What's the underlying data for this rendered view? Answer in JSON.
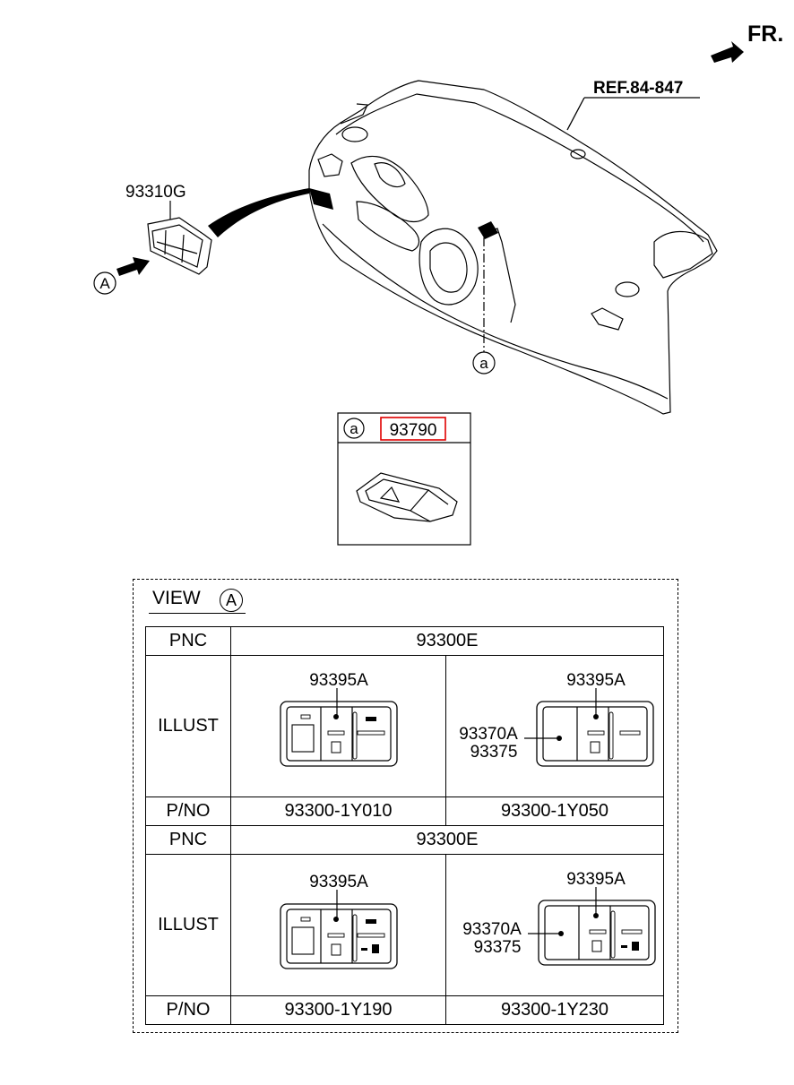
{
  "diagram": {
    "fr_label": "FR.",
    "ref_label": "REF.84-847",
    "part_switch_label": "93310G",
    "view_a_marker": "A",
    "callout_a_marker": "a",
    "inset": {
      "marker": "a",
      "part_number": "93790"
    },
    "highlight_color": "#e00000"
  },
  "view": {
    "title": "VIEW",
    "marker": "A",
    "headers": {
      "pnc": "PNC",
      "illust": "ILLUST",
      "pno": "P/NO"
    },
    "groups": [
      {
        "pnc": "93300E",
        "variants": [
          {
            "labels": [
              "93395A"
            ],
            "pno": "93300-1Y010"
          },
          {
            "labels": [
              "93395A",
              "93370A",
              "93375"
            ],
            "pno": "93300-1Y050"
          }
        ]
      },
      {
        "pnc": "93300E",
        "variants": [
          {
            "labels": [
              "93395A"
            ],
            "pno": "93300-1Y190"
          },
          {
            "labels": [
              "93395A",
              "93370A",
              "93375"
            ],
            "pno": "93300-1Y230"
          }
        ]
      }
    ]
  }
}
